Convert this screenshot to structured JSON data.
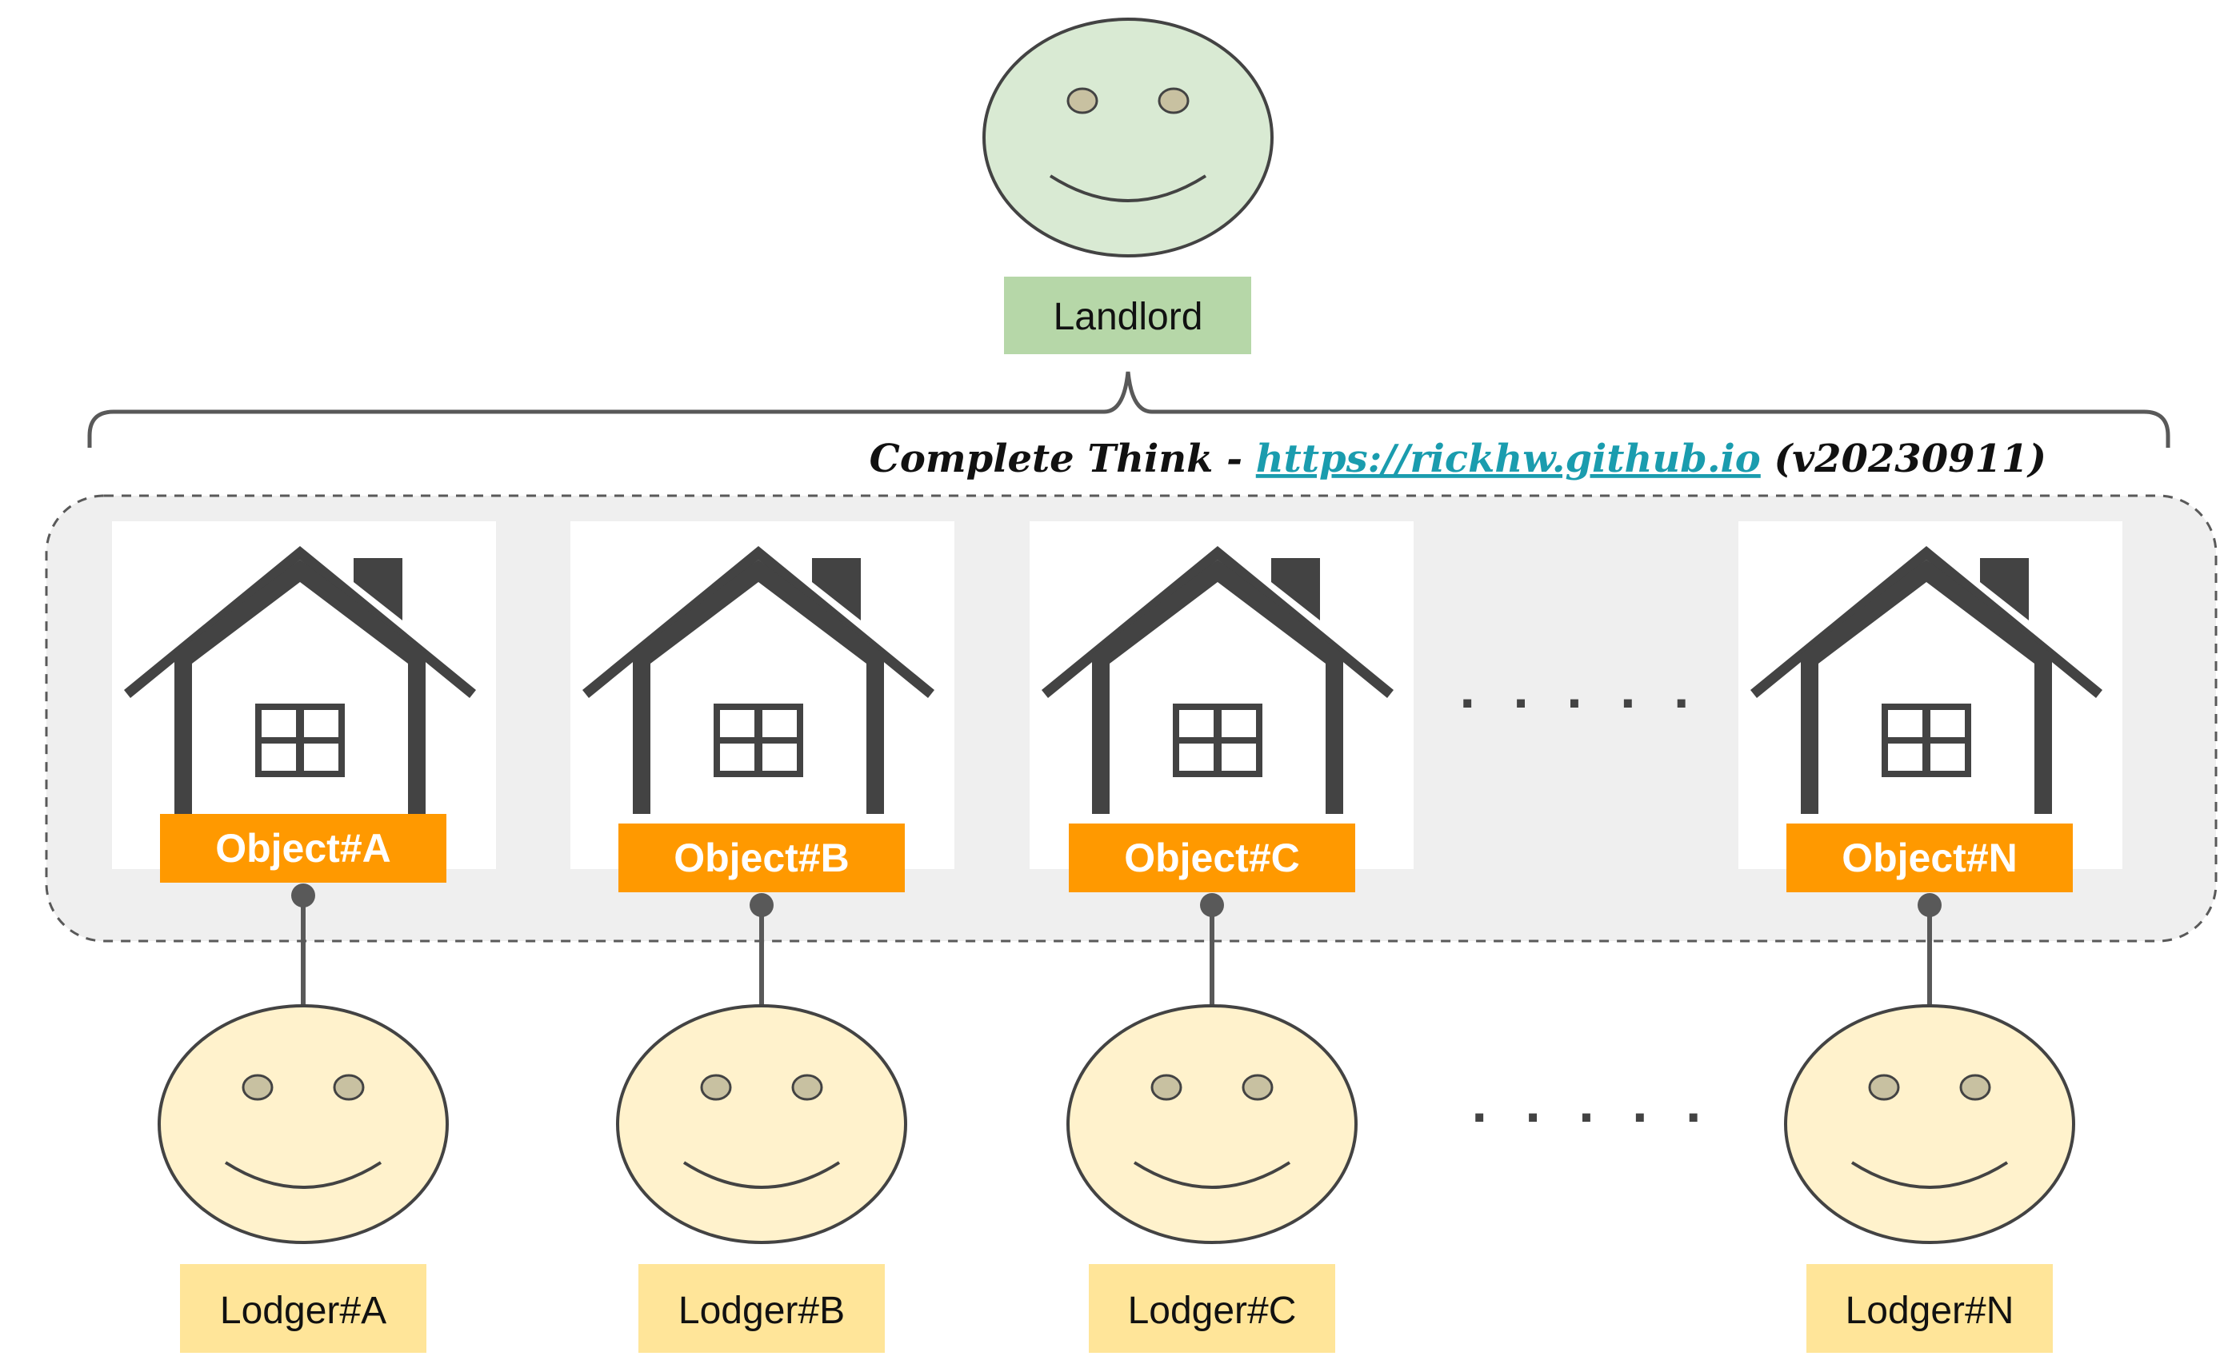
{
  "landlord": {
    "label": "Landlord"
  },
  "credit": {
    "prefix": "Complete Think - ",
    "link": "https://rickhw.github.io",
    "suffix": " (v20230911)"
  },
  "objects": [
    {
      "label": "Object#A"
    },
    {
      "label": "Object#B"
    },
    {
      "label": "Object#C"
    },
    {
      "label": "Object#N"
    }
  ],
  "lodgers": [
    {
      "label": "Lodger#A"
    },
    {
      "label": "Lodger#B"
    },
    {
      "label": "Lodger#C"
    },
    {
      "label": "Lodger#N"
    }
  ],
  "ellipsis": ". . . . .",
  "colors": {
    "landlord_face": "#d9ead3",
    "landlord_label_bg": "#b6d7a8",
    "lodger_face": "#fff2cc",
    "lodger_label_bg": "#ffe599",
    "object_label_bg": "#ff9900",
    "house": "#434343",
    "group_bg": "#efefef",
    "link": "#1a9cae"
  }
}
